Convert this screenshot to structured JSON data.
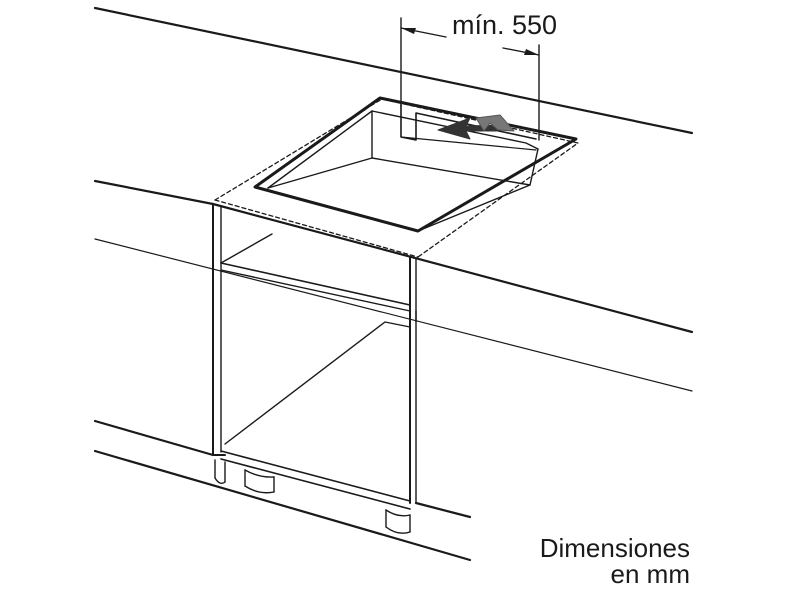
{
  "dimension_label": "mín. 550",
  "caption": {
    "line1": "Dimensiones",
    "line2": "en mm"
  }
}
